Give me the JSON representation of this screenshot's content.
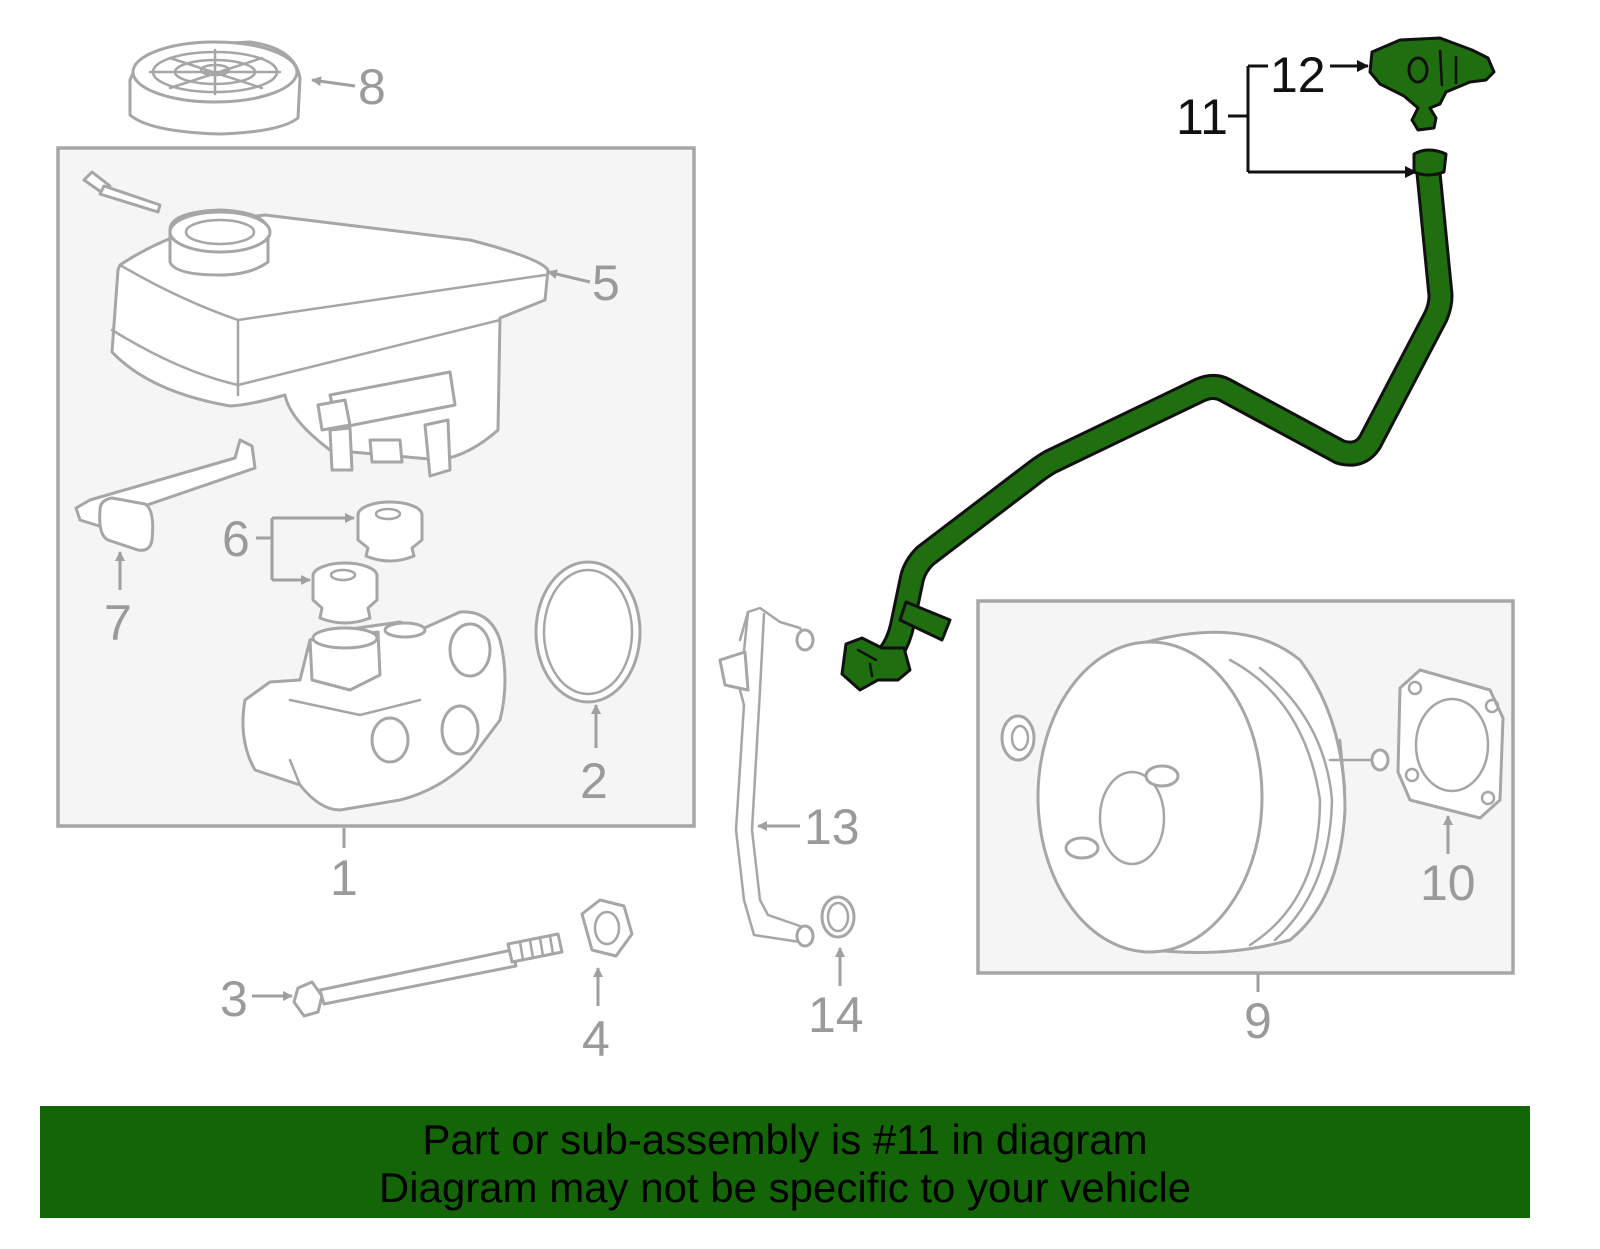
{
  "callouts": {
    "c1": "1",
    "c2": "2",
    "c3": "3",
    "c4": "4",
    "c5": "5",
    "c6": "6",
    "c7": "7",
    "c8": "8",
    "c9": "9",
    "c10": "10",
    "c11": "11",
    "c12": "12",
    "c13": "13",
    "c14": "14"
  },
  "highlight_color": "#1f6e0f",
  "banner": {
    "line1": "Part or sub-assembly is #11 in diagram",
    "line2": "Diagram may not be specific to your vehicle",
    "background": "#146408"
  }
}
